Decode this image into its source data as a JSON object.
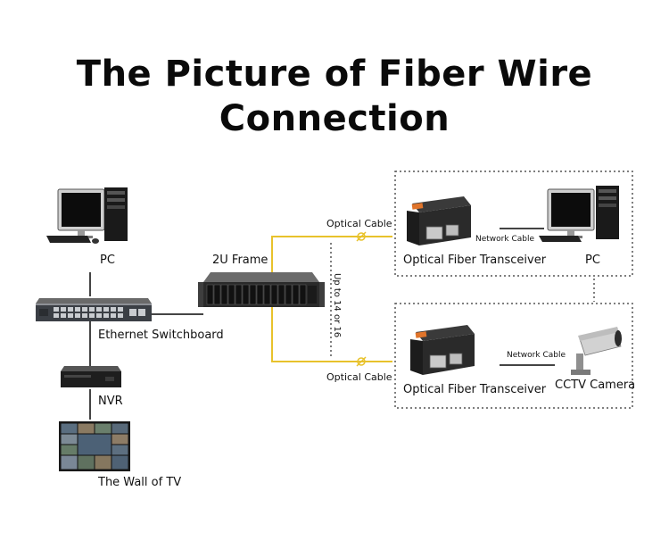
{
  "title": {
    "line1": "The Picture of Fiber Wire",
    "line2": "Connection"
  },
  "labels": {
    "pc_left": "PC",
    "switch": "Ethernet Switchboard",
    "nvr": "NVR",
    "tv_wall": "The Wall of TV",
    "frame": "2U Frame",
    "optical_top": "Optical Cable",
    "optical_bottom": "Optical Cable",
    "capacity": "Up to 14 or 16",
    "transceiver_top": "Optical Fiber Transceiver",
    "transceiver_bottom": "Optical Fiber Transceiver",
    "network_top": "Network Cable",
    "network_bottom": "Network Cable",
    "pc_right": "PC",
    "camera": "CCTV Camera"
  },
  "colors": {
    "fiber": "#e8c22c",
    "line": "#444444",
    "dotted": "#555555"
  }
}
